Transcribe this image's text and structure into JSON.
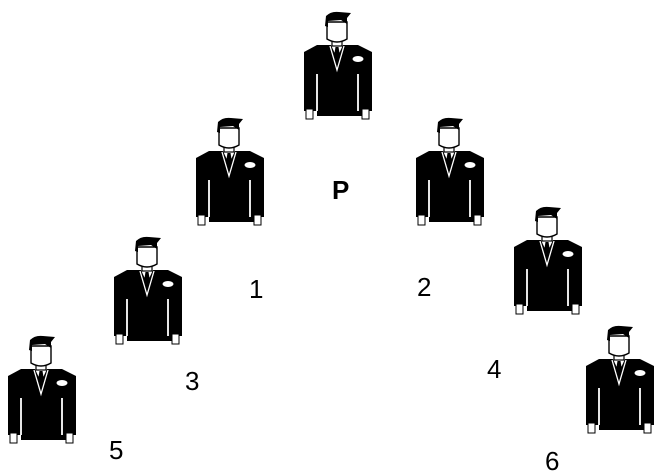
{
  "colors": {
    "ink": "#000000",
    "paper": "#ffffff"
  },
  "figures": [
    {
      "id": "figure-top",
      "icon": "businessman-icon"
    },
    {
      "id": "figure-1",
      "icon": "businessman-icon"
    },
    {
      "id": "figure-2",
      "icon": "businessman-icon"
    },
    {
      "id": "figure-3",
      "icon": "businessman-icon"
    },
    {
      "id": "figure-4",
      "icon": "businessman-icon"
    },
    {
      "id": "figure-5",
      "icon": "businessman-icon"
    },
    {
      "id": "figure-6",
      "icon": "businessman-icon"
    }
  ],
  "labels": {
    "p": "P",
    "n1": "1",
    "n2": "2",
    "n3": "3",
    "n4": "4",
    "n5": "5",
    "n6": "6"
  }
}
